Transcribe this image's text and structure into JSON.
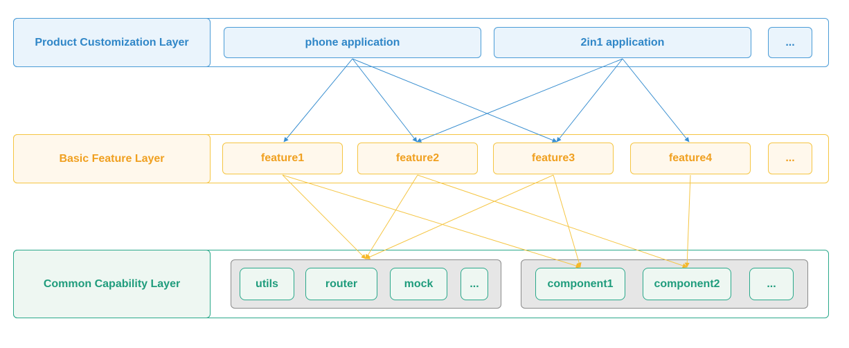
{
  "colors": {
    "product": "#4a9bd6",
    "feature": "#f5c542",
    "common": "#2aa88a",
    "group": "#e6e6e6"
  },
  "product_layer": {
    "label": "Product Customization Layer",
    "items": [
      "phone application",
      "2in1 application",
      "..."
    ]
  },
  "feature_layer": {
    "label": "Basic Feature Layer",
    "items": [
      "feature1",
      "feature2",
      "feature3",
      "feature4",
      "..."
    ]
  },
  "common_layer": {
    "label": "Common Capability Layer",
    "group_a": [
      "utils",
      "router",
      "mock",
      "..."
    ],
    "group_b": [
      "component1",
      "component2",
      "..."
    ]
  },
  "edges": {
    "product_to_feature": [
      [
        "phone application",
        "feature1"
      ],
      [
        "phone application",
        "feature2"
      ],
      [
        "phone application",
        "feature3"
      ],
      [
        "2in1 application",
        "feature2"
      ],
      [
        "2in1 application",
        "feature3"
      ],
      [
        "2in1 application",
        "feature4"
      ]
    ],
    "feature_to_common": [
      [
        "feature1",
        "common group 1"
      ],
      [
        "feature1",
        "component1"
      ],
      [
        "feature2",
        "common group 1"
      ],
      [
        "feature2",
        "component2"
      ],
      [
        "feature3",
        "common group 1"
      ],
      [
        "feature3",
        "component1"
      ],
      [
        "feature4",
        "component2"
      ]
    ]
  }
}
